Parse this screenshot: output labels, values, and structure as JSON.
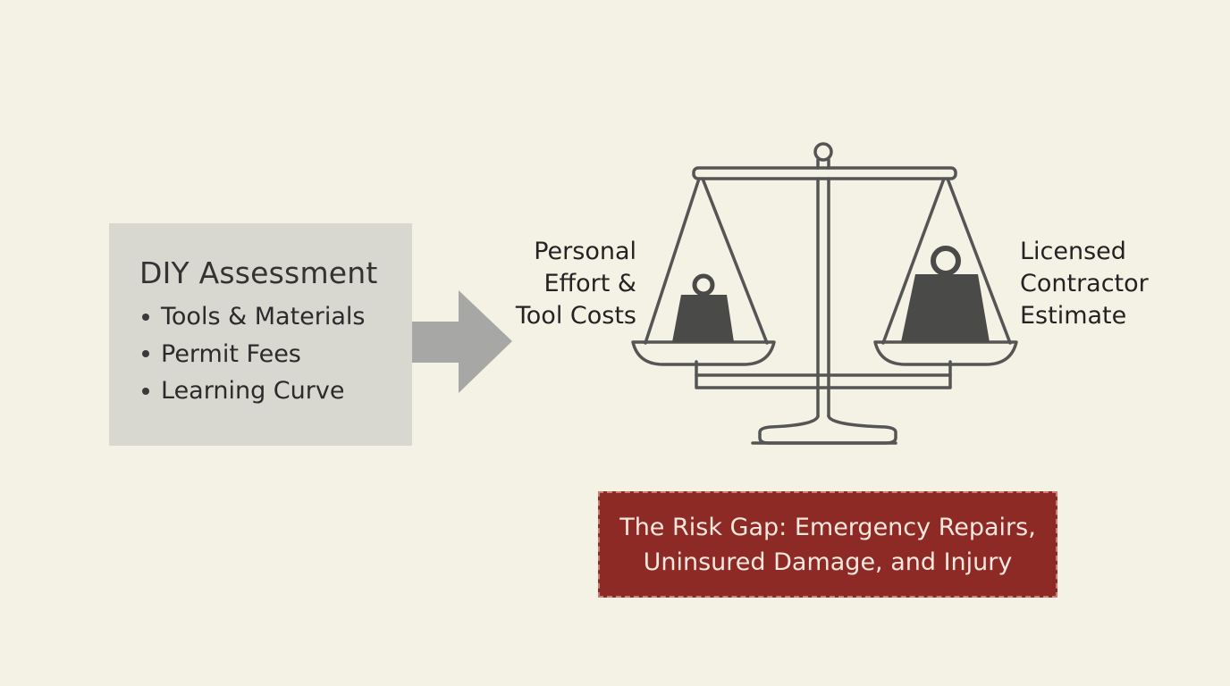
{
  "diy": {
    "title": "DIY Assessment",
    "items": [
      {
        "label": "Tools & Materials"
      },
      {
        "label": "Permit Fees"
      },
      {
        "label": "Learning Curve"
      }
    ]
  },
  "scale": {
    "left_label_lines": [
      "Personal",
      "Effort &",
      "Tool Costs"
    ],
    "right_label_lines": [
      "Licensed",
      "Contractor",
      "Estimate"
    ]
  },
  "risk": {
    "lines": [
      "The Risk Gap: Emergency Repairs,",
      "Uninsured Damage, and Injury"
    ]
  },
  "colors": {
    "background": "#f4f2e4",
    "box_gray": "#d8d7d0",
    "arrow_gray": "#a7a7a5",
    "scale_stroke": "#555555",
    "weight_dark": "#4a4a48",
    "risk_red": "#8e2a25",
    "risk_text": "#f6e8df"
  }
}
